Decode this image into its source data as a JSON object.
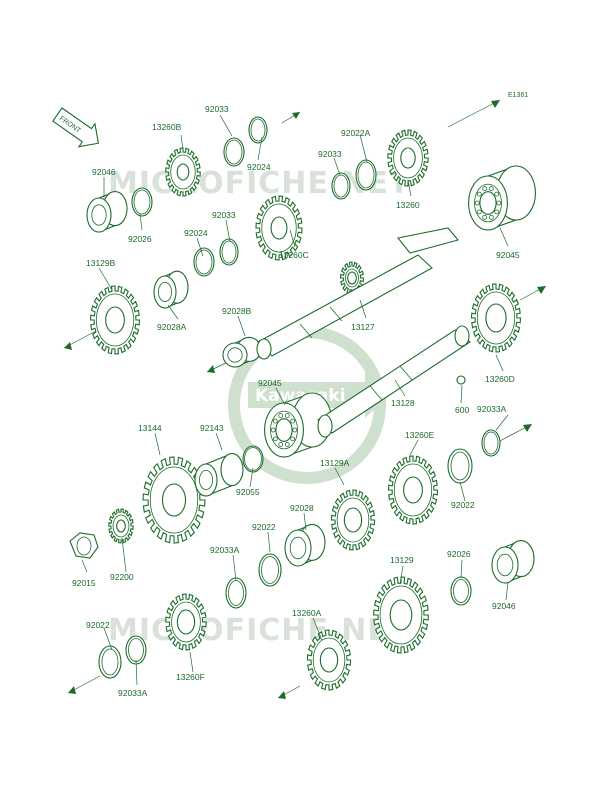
{
  "diagram_code": "E1361",
  "front_badge": "FRONT",
  "watermark": {
    "site_top": "MICROFICHE.NET",
    "site_bottom": "MICROFICHE.NET",
    "logo_text": "Kawasaki"
  },
  "part_labels": [
    {
      "id": "13260B",
      "text": "13260B"
    },
    {
      "id": "92033-a",
      "text": "92033"
    },
    {
      "id": "92024-a",
      "text": "92024"
    },
    {
      "id": "92022A-a",
      "text": "92022A"
    },
    {
      "id": "92033-b",
      "text": "92033"
    },
    {
      "id": "13260",
      "text": "13260"
    },
    {
      "id": "92046-a",
      "text": "92046"
    },
    {
      "id": "92026-a",
      "text": "92026"
    },
    {
      "id": "92024-b",
      "text": "92024"
    },
    {
      "id": "92033-c",
      "text": "92033"
    },
    {
      "id": "13260C",
      "text": "13260C"
    },
    {
      "id": "92045-a",
      "text": "92045"
    },
    {
      "id": "13129B",
      "text": "13129B"
    },
    {
      "id": "92028A",
      "text": "92028A"
    },
    {
      "id": "92028B",
      "text": "92028B"
    },
    {
      "id": "13127",
      "text": "13127"
    },
    {
      "id": "13260D",
      "text": "13260D"
    },
    {
      "id": "92045-b",
      "text": "92045"
    },
    {
      "id": "13128",
      "text": "13128"
    },
    {
      "id": "600",
      "text": "600"
    },
    {
      "id": "92033A-a",
      "text": "92033A"
    },
    {
      "id": "13144",
      "text": "13144"
    },
    {
      "id": "92143",
      "text": "92143"
    },
    {
      "id": "13260E",
      "text": "13260E"
    },
    {
      "id": "92055",
      "text": "92055"
    },
    {
      "id": "13129A",
      "text": "13129A"
    },
    {
      "id": "92022-a",
      "text": "92022"
    },
    {
      "id": "92028",
      "text": "92028"
    },
    {
      "id": "92022-b",
      "text": "92022"
    },
    {
      "id": "92015",
      "text": "92015"
    },
    {
      "id": "92200",
      "text": "92200"
    },
    {
      "id": "92033A-b",
      "text": "92033A"
    },
    {
      "id": "92026-b",
      "text": "92026"
    },
    {
      "id": "13129",
      "text": "13129"
    },
    {
      "id": "92046-b",
      "text": "92046"
    },
    {
      "id": "92022-c",
      "text": "92022"
    },
    {
      "id": "13260A",
      "text": "13260A"
    },
    {
      "id": "13260F",
      "text": "13260F"
    },
    {
      "id": "92033A-c",
      "text": "92033A"
    }
  ],
  "colors": {
    "line": "#1c6b2a",
    "watermark": "#d8e2d8",
    "logo": "#cfe0cf"
  }
}
